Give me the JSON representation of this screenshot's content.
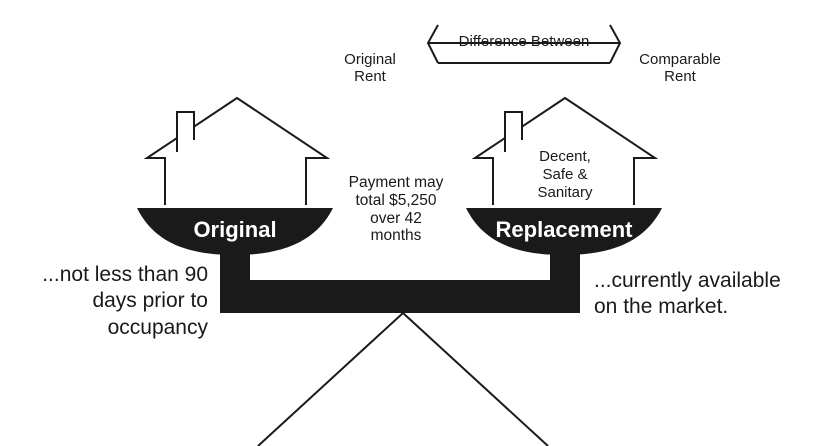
{
  "top": {
    "difference_label": "Difference Between",
    "original_rent": [
      "Original",
      "Rent"
    ],
    "comparable_rent": [
      "Comparable",
      "Rent"
    ]
  },
  "houses": {
    "original_label": "Original",
    "replacement_label": "Replacement",
    "replacement_features": [
      "Decent,",
      "Safe &",
      "Sanitary"
    ]
  },
  "payment_note": [
    "Payment may",
    "total $5,250",
    "over 42",
    "months"
  ],
  "left_note": [
    "...not less than 90",
    "days prior to",
    "occupancy"
  ],
  "right_note": [
    "...currently available",
    "on the market."
  ]
}
